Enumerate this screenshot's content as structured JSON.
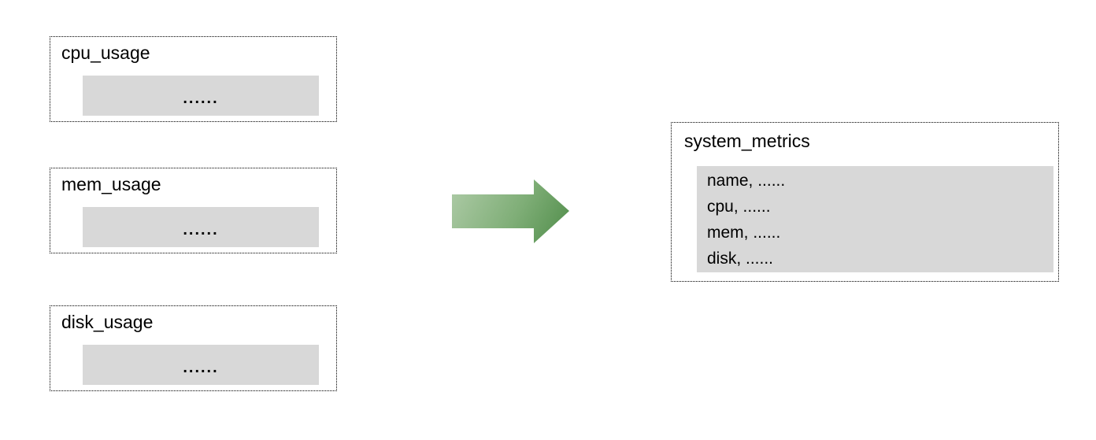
{
  "diagram": {
    "sources": [
      {
        "title": "cpu_usage",
        "placeholder": "......"
      },
      {
        "title": "mem_usage",
        "placeholder": "......"
      },
      {
        "title": "disk_usage",
        "placeholder": "......"
      }
    ],
    "target": {
      "title": "system_metrics",
      "fields": [
        "name, ......",
        "cpu, ......",
        "mem, ......",
        "disk, ......"
      ]
    },
    "colors": {
      "panel_gray": "#d8d8d8",
      "border": "#000000",
      "arrow_light": "#aecba7",
      "arrow_mid": "#7fae77",
      "arrow_dark": "#4f8c49",
      "background": "#ffffff"
    }
  }
}
